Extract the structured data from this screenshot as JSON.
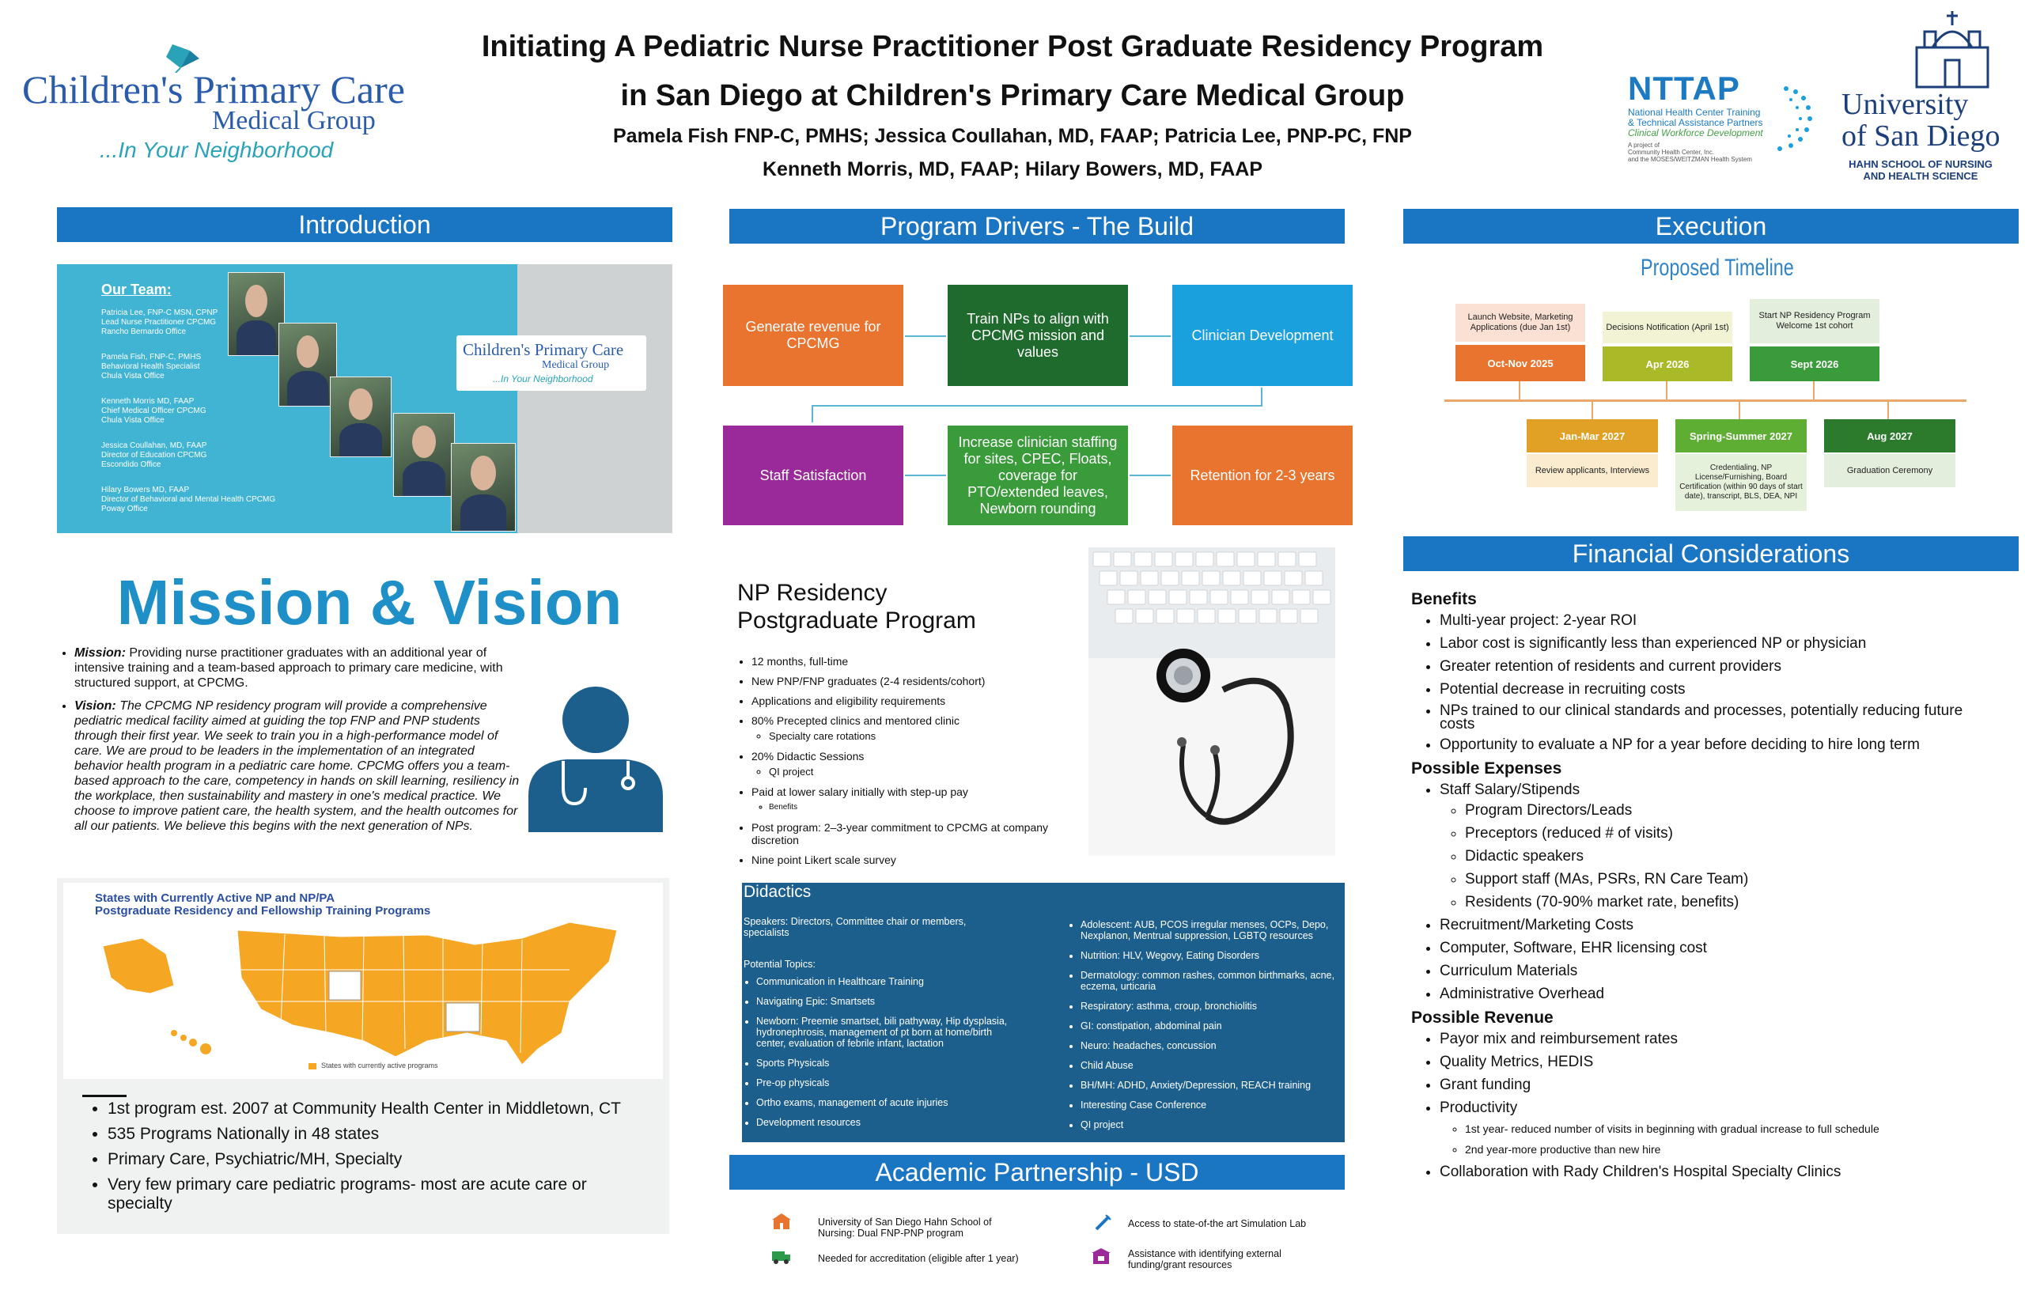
{
  "header": {
    "title_line1": "Initiating A Pediatric Nurse Practitioner Post Graduate Residency Program",
    "title_line2": "in San Diego at Children's Primary Care Medical Group",
    "authors_line1": "Pamela Fish FNP-C, PMHS; Jessica Coullahan, MD, FAAP; Patricia Lee, PNP-PC, FNP",
    "authors_line2": "Kenneth Morris, MD, FAAP; Hilary Bowers, MD, FAAP"
  },
  "logos": {
    "cpc_name1": "Children's Primary Care",
    "cpc_name2": "Medical Group",
    "cpc_tag": "...In Your Neighborhood",
    "nttap": "NTTAP",
    "nttap_sub1": "National Health Center Training",
    "nttap_sub2": "& Technical Assistance Partners",
    "nttap_sub3": "Clinical Workforce Development",
    "nttap_sub4": "A project of",
    "nttap_sub5": "Community Health Center, Inc.",
    "nttap_sub6": "and the MOSES/WEITZMAN Health System",
    "usd_name1": "University",
    "usd_name2": "of San Diego",
    "usd_school1": "HAHN SCHOOL OF NURSING",
    "usd_school2": "AND HEALTH SCIENCE"
  },
  "sections": {
    "introduction": "Introduction",
    "drivers": "Program Drivers - The Build",
    "execution": "Execution",
    "financial": "Financial Considerations",
    "academic": "Academic Partnership - USD"
  },
  "team": {
    "title": "Our Team:",
    "members": [
      {
        "name": "Patricia Lee, FNP-C MSN, CPNP",
        "role": "Lead Nurse Practitioner CPCMG",
        "office": "Rancho Bernardo Office"
      },
      {
        "name": "Pamela Fish, FNP-C, PMHS",
        "role": "Behavioral Health Specialist",
        "office": "Chula Vista Office"
      },
      {
        "name": "Kenneth Morris MD, FAAP",
        "role": "Chief Medical Officer CPCMG",
        "office": "Chula Vista Office"
      },
      {
        "name": "Jessica Coullahan, MD, FAAP",
        "role": "Director of Education CPCMG",
        "office": "Escondido Office"
      },
      {
        "name": "Hilary Bowers MD, FAAP",
        "role": "Director of Behavioral and Mental Health CPCMG",
        "office": "Poway Office"
      }
    ]
  },
  "mission": {
    "title": "Mission & Vision",
    "mission_label": "Mission:",
    "mission_text": "Providing nurse practitioner graduates with an additional year of intensive training and a team-based approach to primary care medicine, with structured support, at CPCMG.",
    "vision_label": "Vision:",
    "vision_text": "The CPCMG NP residency program will provide a comprehensive pediatric medical facility aimed at guiding the top FNP and PNP students through their first year. We seek to train you in a high-performance model of care. We are proud to be leaders in the implementation of an integrated behavior health program in a pediatric care home. CPCMG offers you a team-based approach to the care, competency in hands on skill learning, resiliency in the workplace, then sustainability and mastery in one's medical practice. We choose to improve patient care, the health system, and the health outcomes for all our patients. We believe this begins with the next generation of NPs."
  },
  "map": {
    "title_line1": "States with Currently Active NP and NP/PA",
    "title_line2": "Postgraduate Residency and Fellowship Training Programs",
    "legend": "States with currently active programs",
    "bullets": [
      "1st program est. 2007 at Community Health Center in Middletown, CT",
      "535 Programs Nationally in 48 states",
      "Primary Care, Psychiatric/MH, Specialty",
      "Very few primary care pediatric programs- most are acute care or specialty"
    ]
  },
  "drivers": {
    "row1": [
      "Generate revenue for CPCMG",
      "Train NPs to align with CPCMG mission and values",
      "Clinician Development"
    ],
    "row2": [
      "Staff Satisfaction",
      "Increase clinician staffing for sites, CPEC, Floats, coverage for PTO/extended leaves, Newborn rounding",
      "Retention for 2-3 years"
    ]
  },
  "np_program": {
    "title_line1": "NP Residency",
    "title_line2": "Postgraduate Program",
    "items": [
      {
        "text": "12 months, full-time",
        "sub": []
      },
      {
        "text": "New PNP/FNP graduates (2-4 residents/cohort)",
        "sub": []
      },
      {
        "text": "Applications and eligibility requirements",
        "sub": []
      },
      {
        "text": "80% Precepted clinics and mentored clinic",
        "sub": [
          "Specialty care rotations"
        ]
      },
      {
        "text": "20% Didactic Sessions",
        "sub": [
          "QI project"
        ]
      },
      {
        "text": "Paid at lower salary initially with step-up pay",
        "sub": [
          "Benefits"
        ]
      },
      {
        "text": "Post program: 2–3-year commitment to CPCMG at company discretion",
        "sub": []
      },
      {
        "text": "Nine point Likert scale survey",
        "sub": []
      }
    ]
  },
  "didactics": {
    "title": "Didactics",
    "speakers": "Speakers: Directors, Committee chair or members, specialists",
    "topics_label": "Potential Topics:",
    "left": [
      "Communication in Healthcare Training",
      "Navigating Epic: Smartsets",
      "Newborn: Preemie smartset, bili pathyway, Hip dysplasia, hydronephrosis, management of pt born at home/birth center, evaluation of febrile infant, lactation",
      "Sports Physicals",
      "Pre-op physicals",
      "Ortho exams, management of acute injuries",
      "Development resources"
    ],
    "right": [
      "Adolescent: AUB, PCOS irregular menses, OCPs, Depo, Nexplanon, Mentrual suppression, LGBTQ resources",
      "Nutrition: HLV, Wegovy, Eating Disorders",
      "Dermatology: common rashes, common birthmarks, acne, eczema, urticaria",
      "Respiratory: asthma, croup, bronchiolitis",
      "GI: constipation, abdominal pain",
      "Neuro: headaches, concussion",
      "Child Abuse",
      "BH/MH: ADHD, Anxiety/Depression, REACH training",
      "Interesting Case Conference",
      "QI project"
    ]
  },
  "academic": {
    "items": [
      "University of San Diego Hahn School of Nursing: Dual FNP-PNP program",
      "Access to state-of-the art Simulation Lab",
      "Needed for accreditation (eligible after 1 year)",
      "Assistance with identifying external funding/grant resources"
    ]
  },
  "timeline": {
    "title": "Proposed Timeline",
    "top": [
      {
        "desc": "Launch Website, Marketing Applications (due Jan 1st)",
        "label": "Oct-Nov 2025",
        "color": "#e8742f"
      },
      {
        "desc": "Decisions Notification (April 1st)",
        "label": "Apr 2026",
        "color": "#a9b928"
      },
      {
        "desc": "Start NP Residency Program Welcome 1st cohort",
        "label": "Sept 2026",
        "color": "#3a9b3a"
      }
    ],
    "bottom": [
      {
        "label": "Jan-Mar 2027",
        "desc": "Review applicants, Interviews",
        "color": "#e0a126"
      },
      {
        "label": "Spring-Summer 2027",
        "desc": "Credentialing, NP License/Furnishing, Board Certification (within 90 days of start date), transcript, BLS, DEA, NPI",
        "color": "#5fae34"
      },
      {
        "label": "Aug 2027",
        "desc": "Graduation Ceremony",
        "color": "#2c7a2c"
      }
    ]
  },
  "financial": {
    "benefits_title": "Benefits",
    "benefits": [
      "Multi-year project: 2-year ROI",
      "Labor cost is significantly less than experienced NP or physician",
      "Greater retention of residents and current providers",
      "Potential decrease in recruiting costs",
      "NPs trained to our clinical standards and processes, potentially reducing future costs",
      "Opportunity to evaluate a NP for a year before deciding to hire long term"
    ],
    "expenses_title": "Possible Expenses",
    "expenses_main": "Staff Salary/Stipends",
    "expenses_sub": [
      "Program Directors/Leads",
      "Preceptors (reduced # of visits)",
      "Didactic speakers",
      "Support staff (MAs, PSRs, RN Care Team)",
      "Residents (70-90% market rate, benefits)"
    ],
    "expenses_more": [
      "Recruitment/Marketing Costs",
      "Computer, Software, EHR licensing cost",
      "Curriculum Materials",
      "Administrative Overhead"
    ],
    "revenue_title": "Possible Revenue",
    "revenue": [
      "Payor mix and reimbursement rates",
      "Quality Metrics, HEDIS",
      "Grant funding",
      "Productivity"
    ],
    "productivity_sub": [
      "1st year- reduced number of visits in beginning with gradual increase to full schedule",
      "2nd year-more productive than new hire"
    ],
    "revenue_last": "Collaboration with Rady Children's Hospital Specialty Clinics"
  },
  "colors": {
    "section_blue": "#1a76c3",
    "orange": "#e8742f",
    "green": "#1f6b2e",
    "light_blue": "#1aa0dc",
    "purple": "#9a2a9a",
    "mid_green": "#3a9b3a",
    "didactics_bg": "#1d5f8c"
  }
}
